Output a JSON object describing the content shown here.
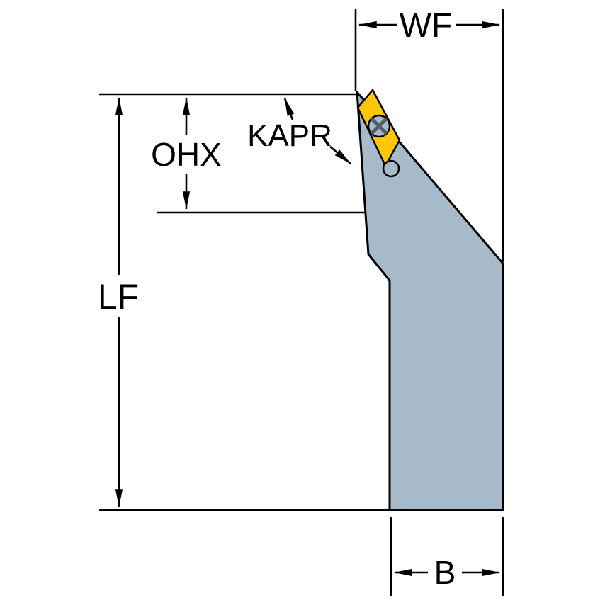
{
  "diagram": {
    "name": "turning-tool-holder-dimensional-drawing",
    "description": "Side view of a lathe turning tool holder with diamond insert and dimension callouts",
    "labels": {
      "wf": "WF",
      "ohx": "OHX",
      "kapr": "KAPR",
      "lf": "LF",
      "b": "B"
    },
    "colors": {
      "background": "#ffffff",
      "body_fill": "#a7bac9",
      "insert_fill": "#fdc608",
      "outline": "#000000",
      "screw_slot": "#4e5e6a"
    }
  }
}
